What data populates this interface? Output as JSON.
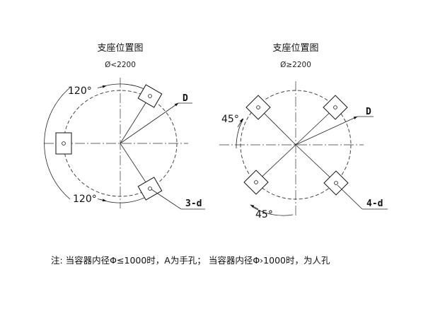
{
  "left": {
    "title": "支座位置图",
    "condition": "Ø<2200",
    "angle_top": "120°",
    "angle_bottom": "120°",
    "label_d": "D",
    "label_count": "3-d"
  },
  "right": {
    "title": "支座位置图",
    "condition": "Ø≥2200",
    "angle_left": "45°",
    "angle_bottom": "45°",
    "label_d": "D",
    "label_count": "4-d"
  },
  "note": "注:  当容器内径Φ≤1000时，A为手孔；  当容器内径Φ›1000时，为人孔"
}
